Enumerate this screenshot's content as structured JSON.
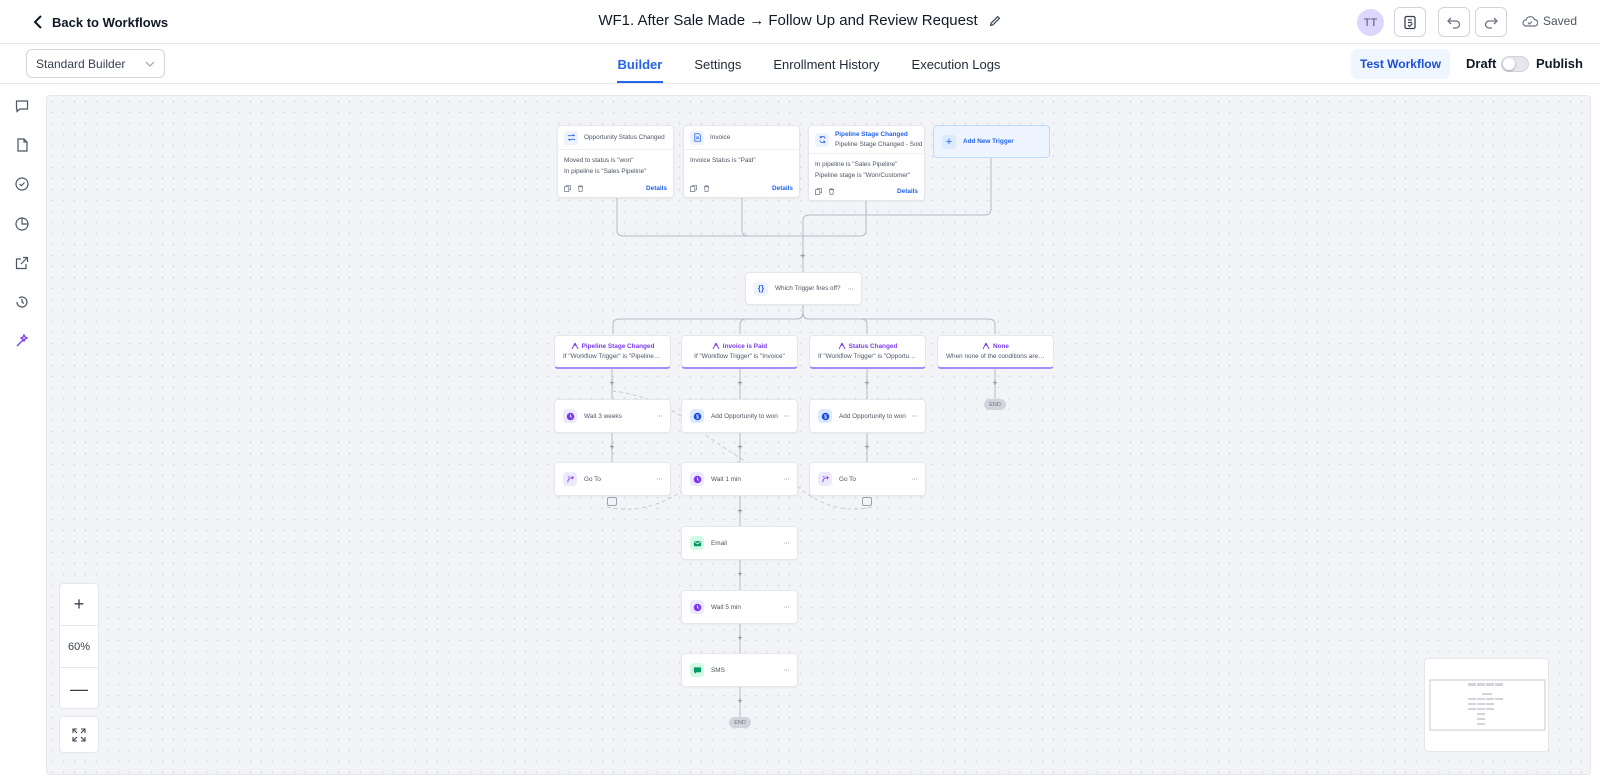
{
  "header": {
    "back_label": "Back to Workflows",
    "workflow_title": "WF1. After Sale Made → Follow Up and Review Request",
    "avatar_initials": "TT",
    "saved_label": "Saved"
  },
  "subbar": {
    "builder_mode": "Standard Builder",
    "tabs": [
      {
        "label": "Builder",
        "active": true
      },
      {
        "label": "Settings",
        "active": false
      },
      {
        "label": "Enrollment History",
        "active": false
      },
      {
        "label": "Execution Logs",
        "active": false
      }
    ],
    "test_label": "Test Workflow",
    "draft_label": "Draft",
    "publish_label": "Publish",
    "publish_toggle_on": false
  },
  "rail": [
    "comment-icon",
    "file-icon",
    "check-circle-icon",
    "pie-chart-icon",
    "external-link-icon",
    "history-icon",
    "sparkle-icon"
  ],
  "triggers": [
    {
      "title": "Opportunity Status Changed",
      "subtitle": "",
      "lines": [
        "Moved to status is \"won\"",
        "In pipeline is \"Sales Pipeline\""
      ],
      "details": "Details"
    },
    {
      "title": "Invoice",
      "subtitle": "",
      "lines": [
        "Invoice Status is \"Paid\""
      ],
      "details": "Details"
    },
    {
      "title": "Pipeline Stage Changed",
      "subtitle": "Pipeline Stage Changed - Sold",
      "lines": [
        "In pipeline is \"Sales Pipeline\"",
        "Pipeline stage is \"Won/Customer\""
      ],
      "details": "Details"
    }
  ],
  "add_trigger_label": "Add New Trigger",
  "condition_label": "Which Trigger fires off?",
  "branches": [
    {
      "title": "Pipeline Stage Changed",
      "subtitle": "If \"Workflow Trigger\" is \"Pipeline St..."
    },
    {
      "title": "Invoice is Paid",
      "subtitle": "If \"Workflow Trigger\" is \"Invoice\""
    },
    {
      "title": "Status Changed",
      "subtitle": "If \"Workflow Trigger\" is \"Opportunity..."
    },
    {
      "title": "None",
      "subtitle": "When none of the conditions are met"
    }
  ],
  "actions": {
    "b1_wait": "Wait 3 weeks",
    "b1_goto": "Go To",
    "b2_add_opp": "Add Opportunity to won",
    "b2_wait1": "Wait 1 min",
    "b2_email": "Email",
    "b2_wait5": "Wait 5 min",
    "b2_sms": "SMS",
    "b3_add_opp": "Add Opportunity to won",
    "b3_goto": "Go To"
  },
  "end_label": "END",
  "zoom": {
    "plus": "+",
    "value": "60%",
    "minus": "—"
  },
  "colors": {
    "accent": "#2563eb",
    "branch": "#7c3aed",
    "wait": "#7c3aed",
    "opportunity": "#1d4ed8",
    "message": "#059669"
  }
}
